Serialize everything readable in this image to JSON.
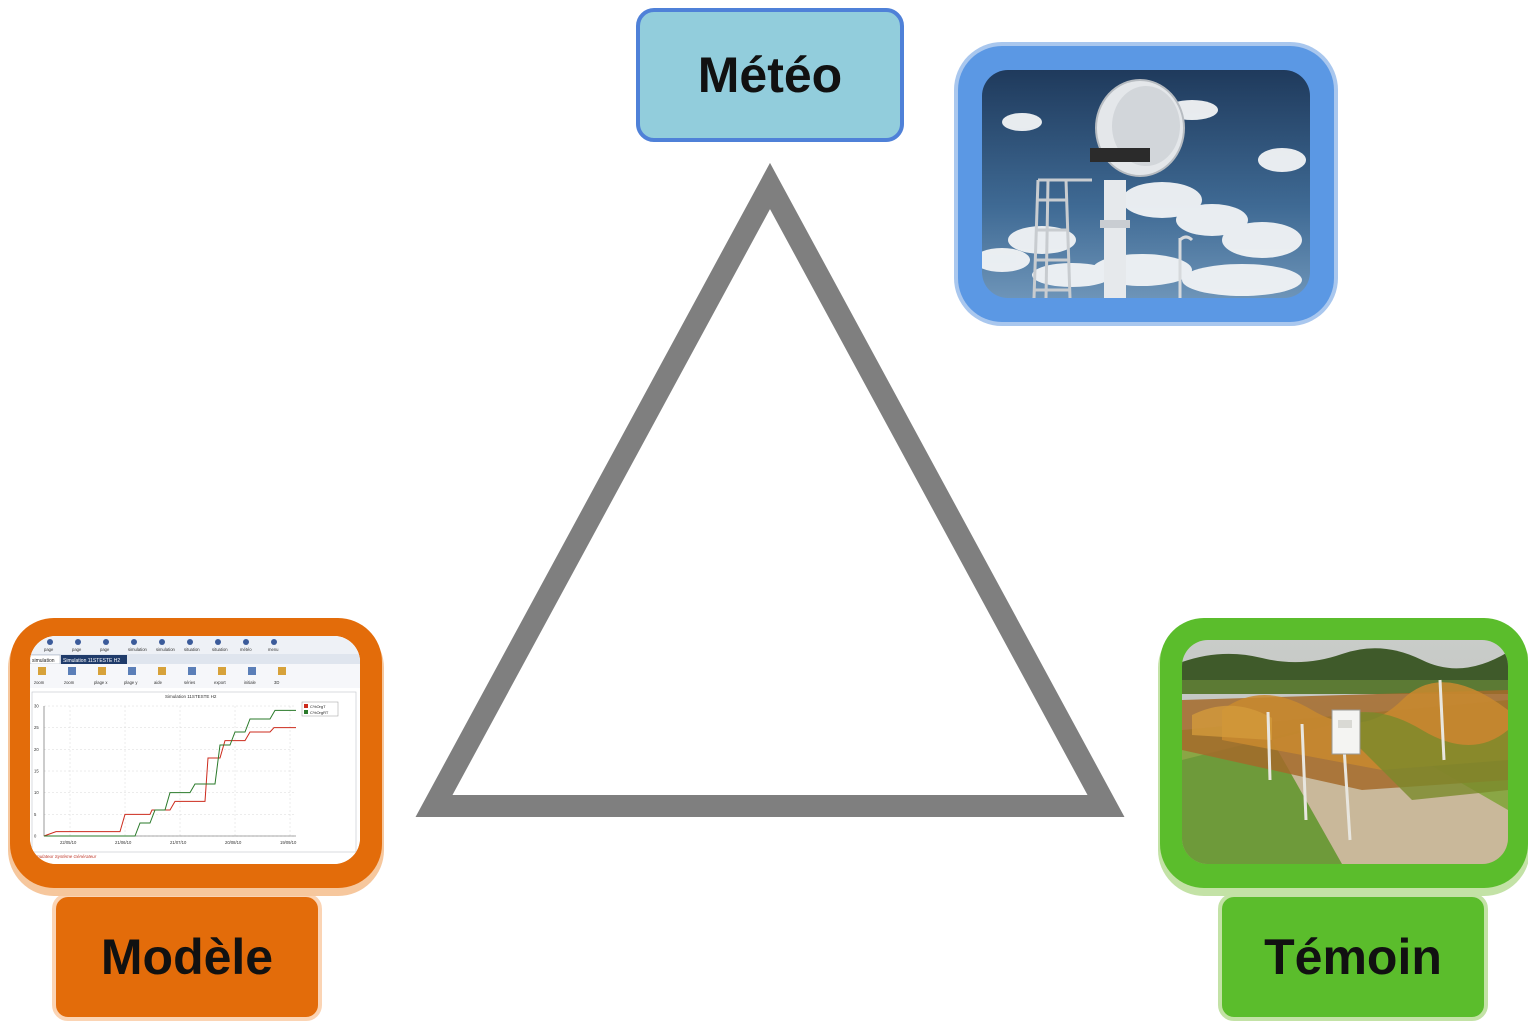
{
  "nodes": {
    "meteo": {
      "label": "Météo"
    },
    "modele": {
      "label": "Modèle"
    },
    "temoin": {
      "label": "Témoin"
    }
  },
  "colors": {
    "meteo_fill": "#92cddc",
    "meteo_border": "#4f81d8",
    "modele_fill": "#e36c0a",
    "temoin_fill": "#5bbd2c",
    "triangle_stroke": "#7f7f7f"
  },
  "screenshot": {
    "title": "Simulation 11STESTE H2",
    "menu": [
      "page",
      "page",
      "page",
      "simulation",
      "simulation",
      "situation",
      "situation",
      "météo",
      "menu"
    ],
    "tabs": [
      "simulation",
      "Simulation 11STESTE H2"
    ],
    "toolbar": [
      "zoom",
      "zoom",
      "plage x",
      "plage y",
      "aide",
      "séries",
      "export",
      "initiale",
      "3D"
    ],
    "legend": [
      "C%OrgT",
      "C%OrgRT"
    ],
    "y_ticks": [
      "30",
      "25",
      "20",
      "15",
      "10",
      "5",
      "0"
    ],
    "x_ticks": [
      "22/05/10",
      "21/06/10",
      "21/07/10",
      "20/08/10",
      "19/09/10"
    ],
    "footer": "Simulateur Système Générateur"
  },
  "icons": [
    "radar-photo",
    "model-chart-screenshot",
    "vineyard-photo"
  ]
}
